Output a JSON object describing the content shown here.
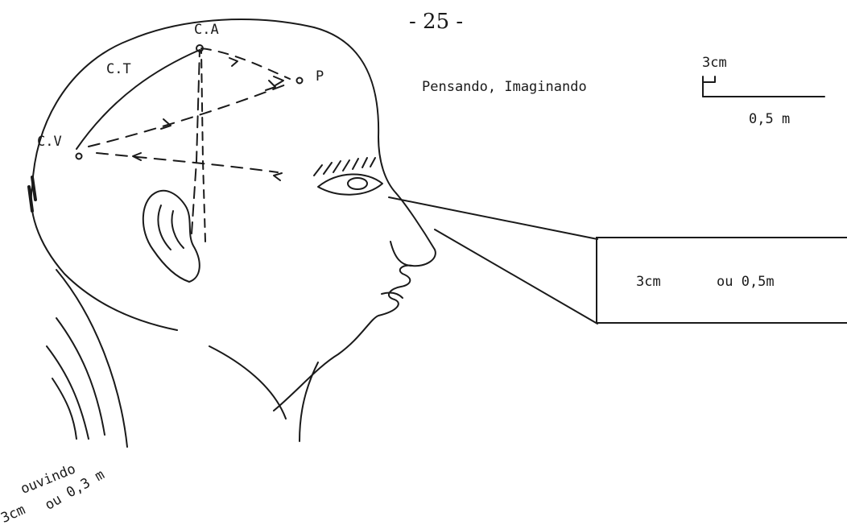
{
  "page_number": "- 25 -",
  "labels": {
    "ca": "C.A",
    "ct": "C.T",
    "cv": "C.V",
    "p": "P"
  },
  "caption": "Pensando, Imaginando",
  "scale": {
    "small": "3cm",
    "large": "0,5 m"
  },
  "vision_box": {
    "left_text": "3cm",
    "right_text": "ou 0,5m"
  },
  "hearing": {
    "word": "ouvindo",
    "distance": "ou 0,3 m",
    "small": "3cm"
  },
  "ink_color": "#1a1a1a"
}
